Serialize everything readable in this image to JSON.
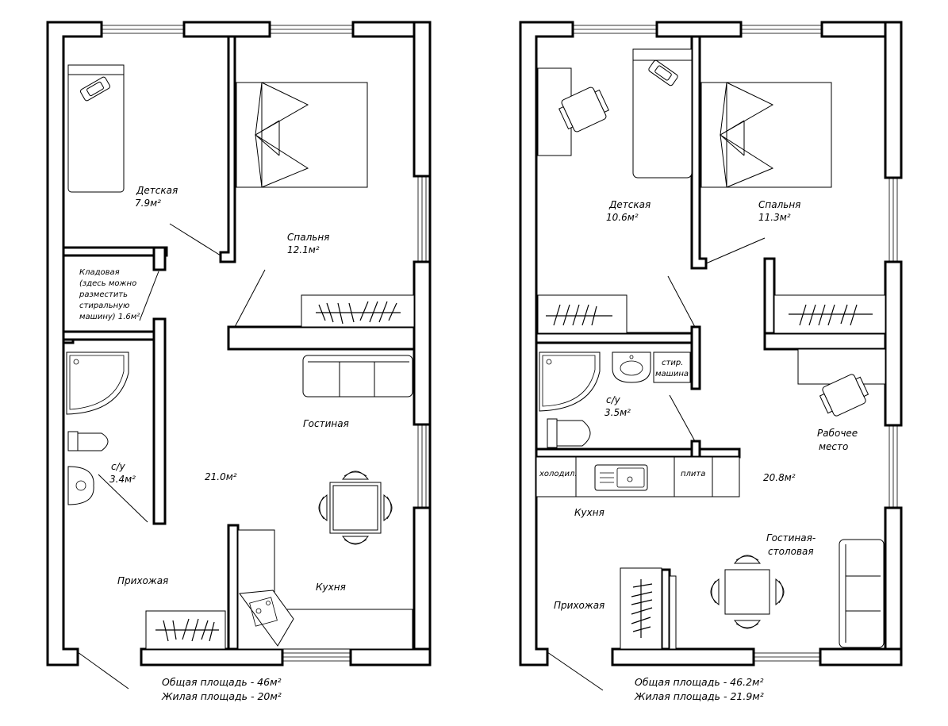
{
  "plans": [
    {
      "id": "left",
      "rooms": {
        "nursery": {
          "name": "Детская",
          "area": "7.9м²"
        },
        "bedroom": {
          "name": "Спальня",
          "area": "12.1м²"
        },
        "storage": {
          "lines": [
            "Кладовая",
            "(здесь можно",
            "разместить",
            "стиральную",
            "машину) 1.6м²"
          ]
        },
        "bathroom": {
          "name": "с/у",
          "area": "3.4м²"
        },
        "living": {
          "name": "Гостиная",
          "area": "21.0м²"
        },
        "kitchen": {
          "name": "Кухня"
        },
        "hallway": {
          "name": "Прихожая"
        }
      },
      "totals": {
        "total": "Общая площадь - 46м²",
        "living": "Жилая площадь - 20м²"
      }
    },
    {
      "id": "right",
      "rooms": {
        "nursery": {
          "name": "Детская",
          "area": "10.6м²"
        },
        "bedroom": {
          "name": "Спальня",
          "area": "11.3м²"
        },
        "washer": {
          "lines": [
            "стир.",
            "машина"
          ]
        },
        "bathroom": {
          "name": "с/у",
          "area": "3.5м²"
        },
        "workspace": {
          "lines": [
            "Рабочее",
            "место"
          ]
        },
        "fridge": {
          "name": "холодил."
        },
        "stove": {
          "name": "плита"
        },
        "kitchen": {
          "name": "Кухня"
        },
        "living": {
          "lines": [
            "Гостиная-",
            "столовая"
          ],
          "area": "20.8м²"
        },
        "hallway": {
          "name": "Прихожая"
        }
      },
      "totals": {
        "total": "Общая площадь - 46.2м²",
        "living": "Жилая площадь - 21.9м²"
      }
    }
  ]
}
